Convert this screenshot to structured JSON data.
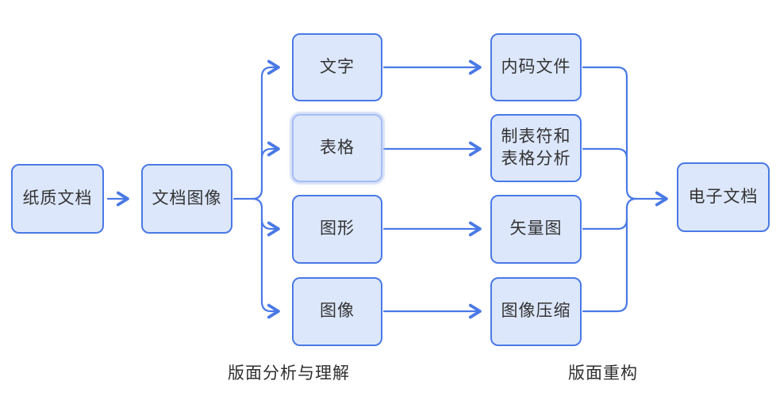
{
  "diagram": {
    "title": "document-digitization-flowchart",
    "nodes": {
      "paper_doc": {
        "label": "纸质文档"
      },
      "doc_image": {
        "label": "文档图像"
      },
      "text": {
        "label": "文字"
      },
      "table": {
        "label": "表格"
      },
      "graphic": {
        "label": "图形"
      },
      "image": {
        "label": "图像"
      },
      "code_file": {
        "label": "内码文件"
      },
      "tab_table": {
        "label": "制表符和表格分析"
      },
      "vector_graph": {
        "label": "矢量图"
      },
      "img_compress": {
        "label": "图像压缩"
      },
      "e_doc": {
        "label": "电子文档"
      }
    },
    "selected_node": "表格",
    "captions": {
      "analysis": "版面分析与理解",
      "reconstruction": "版面重构"
    },
    "edges": [
      {
        "from": "纸质文档",
        "to": "文档图像"
      },
      {
        "from": "文档图像",
        "to": "文字"
      },
      {
        "from": "文档图像",
        "to": "表格"
      },
      {
        "from": "文档图像",
        "to": "图形"
      },
      {
        "from": "文档图像",
        "to": "图像"
      },
      {
        "from": "文字",
        "to": "内码文件"
      },
      {
        "from": "表格",
        "to": "制表符和表格分析"
      },
      {
        "from": "图形",
        "to": "矢量图"
      },
      {
        "from": "图像",
        "to": "图像压缩"
      },
      {
        "from": "内码文件",
        "to": "电子文档"
      },
      {
        "from": "制表符和表格分析",
        "to": "电子文档"
      },
      {
        "from": "矢量图",
        "to": "电子文档"
      },
      {
        "from": "图像压缩",
        "to": "电子文档"
      }
    ],
    "colors": {
      "node_fill": "#dce7fb",
      "node_border": "#4a79e6",
      "selected_border": "#a6bdf2",
      "connector": "#4a79e6",
      "text": "#333333"
    }
  }
}
